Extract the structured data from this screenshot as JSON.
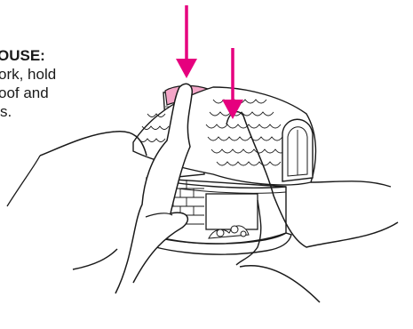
{
  "instruction": {
    "heading": "OUSE:",
    "lines": [
      "ork, hold",
      "oof and",
      "s."
    ]
  },
  "colors": {
    "arrow": "#e6007e",
    "roof_highlight": "#f4a6c8",
    "line": "#1a1a1a"
  },
  "icons": {
    "arrow_primary": "down-arrow-icon",
    "arrow_secondary": "down-arrow-icon"
  }
}
